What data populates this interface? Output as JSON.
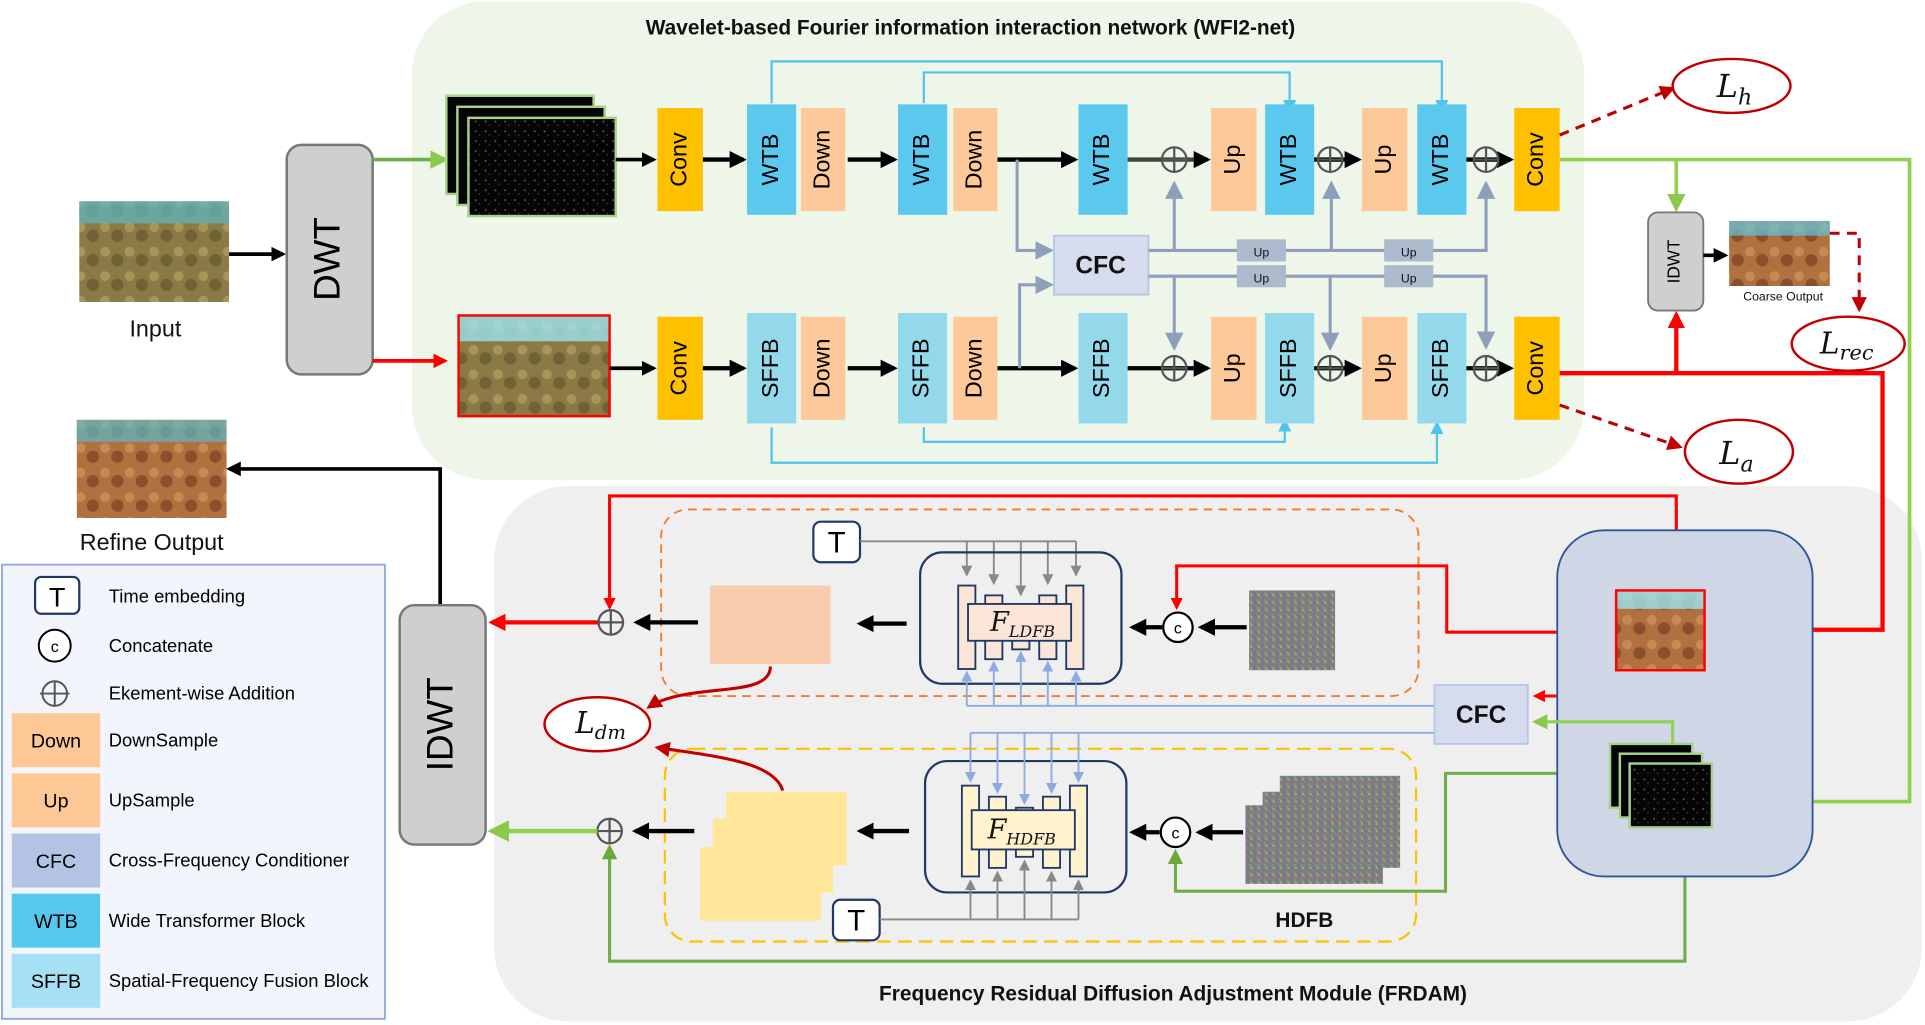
{
  "wfi2net": {
    "title": "Wavelet-based Fourier information interaction network (WFI2-net)",
    "top_row": [
      "Conv",
      "WTB",
      "Down",
      "WTB",
      "Down",
      "WTB",
      "Up",
      "WTB",
      "Up",
      "WTB",
      "Conv"
    ],
    "bottom_row": [
      "Conv",
      "SFFB",
      "Down",
      "SFFB",
      "Down",
      "SFFB",
      "Up",
      "SFFB",
      "Up",
      "SFFB",
      "Conv"
    ],
    "cfc_label": "CFC",
    "up_small": [
      "Up",
      "Up",
      "Up",
      "Up"
    ]
  },
  "io": {
    "input_label": "Input",
    "dwt_label": "DWT",
    "idwt_label": "IDWT",
    "coarse_label": "Coarse Output",
    "refine_label": "Refine Output"
  },
  "losses": {
    "h": {
      "base": "L",
      "sub": "h"
    },
    "a": {
      "base": "L",
      "sub": "a"
    },
    "rec": {
      "base": "L",
      "sub": "rec"
    },
    "dm": {
      "base": "L",
      "sub": "dm"
    }
  },
  "frdam": {
    "title": "Frequency Residual Diffusion Adjustment Module (FRDAM)",
    "ldfb": {
      "base": "F",
      "sub": "LDFB"
    },
    "hdfb": {
      "base": "F",
      "sub": "HDFB"
    },
    "hdfb_label": "HDFB",
    "cfc_label": "CFC",
    "time_symbol": "T",
    "concat_symbol": "c"
  },
  "legend": {
    "items": [
      {
        "symbol": "T",
        "label": "Time embedding"
      },
      {
        "symbol": "c",
        "label": "Concatenate"
      },
      {
        "symbol": "⊕",
        "label": "Ekement-wise Addition"
      },
      {
        "symbol": "Down",
        "label": "DownSample",
        "color": "#fdc896"
      },
      {
        "symbol": "Up",
        "label": "UpSample",
        "color": "#fdc896"
      },
      {
        "symbol": "CFC",
        "label": "Cross-Frequency Conditioner",
        "color": "#b3c3e3"
      },
      {
        "symbol": "WTB",
        "label": "Wide Transformer Block",
        "color": "#56c8ee"
      },
      {
        "symbol": "SFFB",
        "label": "Spatial-Frequency Fusion Block",
        "color": "#a6e0f4"
      }
    ]
  },
  "colors": {
    "conv": "#ffc000",
    "wtb": "#5bc9ee",
    "sffb": "#93d9eb",
    "updown": "#fdc998",
    "cfc": "#d6dced",
    "high_freq_path": "#8cc84b",
    "low_freq_path": "#ff0000",
    "loss": "#c00000"
  }
}
